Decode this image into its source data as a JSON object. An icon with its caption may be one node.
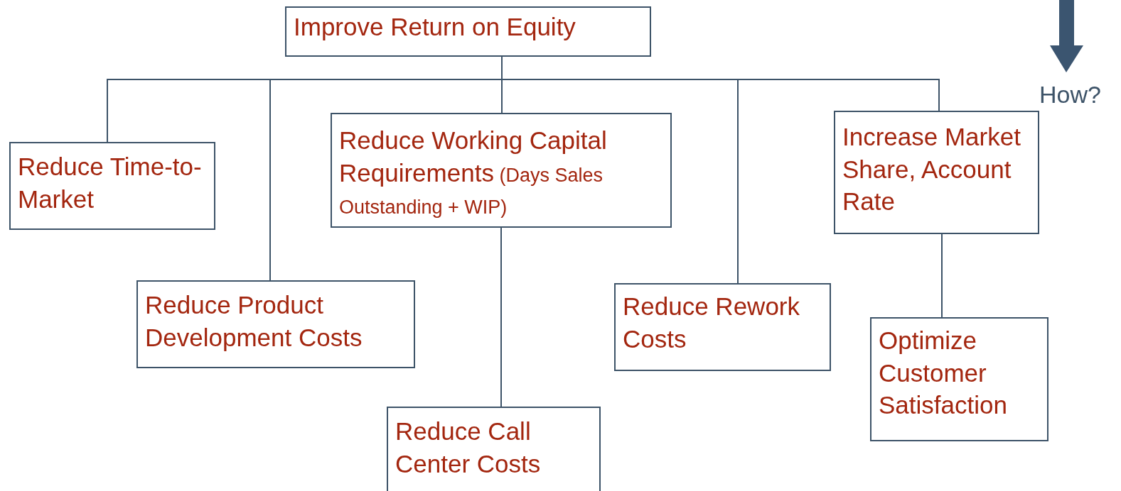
{
  "diagram": {
    "nodes": [
      {
        "text": [
          "Improve Return on Equity"
        ]
      },
      {
        "text": [
          "Reduce Time-to-Market"
        ]
      },
      {
        "text": [
          "Reduce Product Development Costs"
        ]
      },
      {
        "text": [
          "Reduce Working Capital Requirements",
          "(Days Sales Outstanding + WIP)"
        ]
      },
      {
        "text": [
          "Reduce Call Center Costs"
        ]
      },
      {
        "text": [
          "Reduce Rework Costs"
        ]
      },
      {
        "text": [
          "Increase Market Share, Account Rate"
        ]
      },
      {
        "text": [
          "Optimize Customer Satisfaction"
        ]
      }
    ],
    "edges": [
      {
        "from": 0,
        "to": 1,
        "arrow": "none"
      },
      {
        "from": 0,
        "to": 2,
        "arrow": "none"
      },
      {
        "from": 0,
        "to": 3,
        "arrow": "none"
      },
      {
        "from": 0,
        "to": 5,
        "arrow": "none"
      },
      {
        "from": 0,
        "to": 6,
        "arrow": "none"
      },
      {
        "from": 3,
        "to": 4,
        "arrow": "none"
      },
      {
        "from": 6,
        "to": 7,
        "arrow": "none"
      }
    ],
    "labels": [
      "How?"
    ]
  }
}
